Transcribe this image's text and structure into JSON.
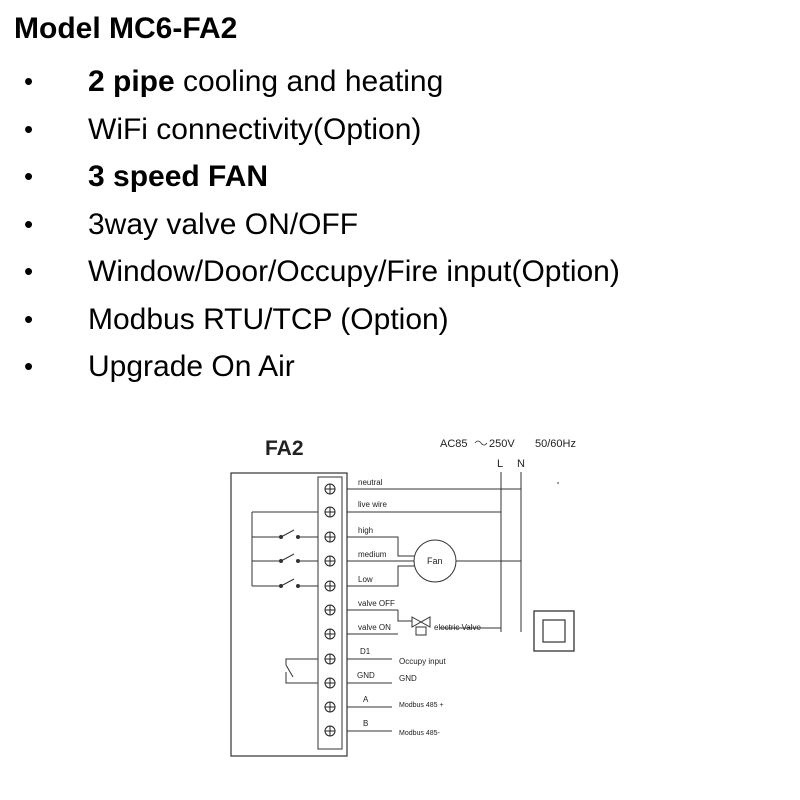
{
  "title": "Model MC6-FA2",
  "features": [
    {
      "bold": "2 pipe",
      "rest": " cooling and heating"
    },
    {
      "bold": "",
      "rest": "WiFi connectivity(Option)"
    },
    {
      "bold": "3 speed FAN",
      "rest": ""
    },
    {
      "bold": "",
      "rest": "3way valve ON/OFF"
    },
    {
      "bold": "",
      "rest": "Window/Door/Occupy/Fire input(Option)"
    },
    {
      "bold": "",
      "rest": "Modbus RTU/TCP (Option)"
    },
    {
      "bold": "",
      "rest": "Upgrade On Air"
    }
  ],
  "bullet": "•",
  "diagram": {
    "model": "FA2",
    "power": "AC85",
    "power_range": "250V",
    "frequency": "50/60Hz",
    "line": "L",
    "neutral_line": "N",
    "terminals": [
      "neutral",
      "live wire",
      "high",
      "medium",
      "Low",
      "valve OFF",
      "valve ON",
      "D1",
      "GND",
      "A",
      "B"
    ],
    "fan_label": "Fan",
    "valve_label": "electric Valve",
    "occupy_label": "Occupy input",
    "gnd_label": "GND",
    "modbus_plus": "Modbus 485 +",
    "modbus_minus": "Modbus 485-"
  }
}
